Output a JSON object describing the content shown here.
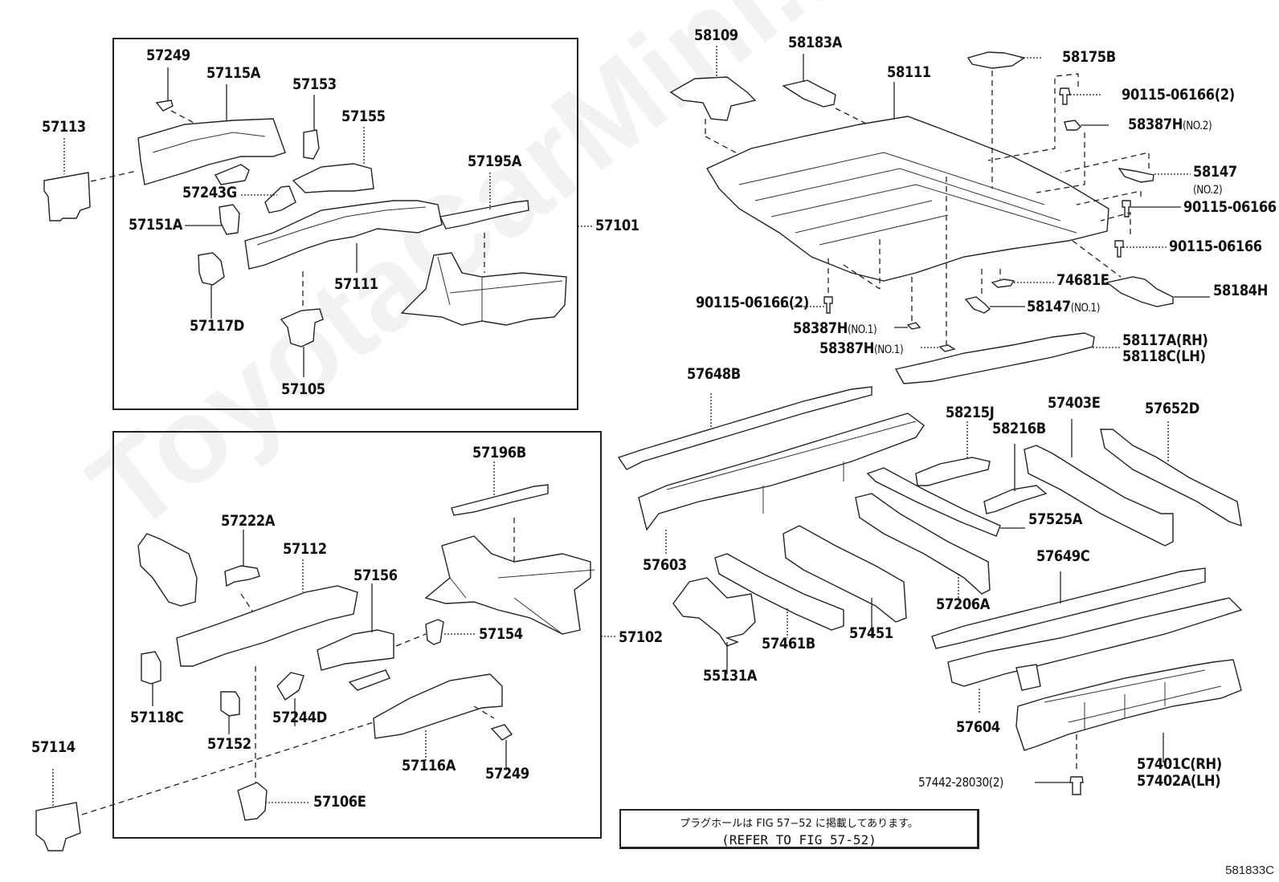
{
  "diagram": {
    "type": "exploded-parts-diagram",
    "watermark": "ToyotaCarMini.ru",
    "figure_code": "581833C",
    "note": {
      "japanese": "プラグホールは FIG 57−52 に掲載してあります。",
      "english": "(REFER TO FIG 57-52)"
    },
    "groups": [
      {
        "id": "57101",
        "label": "57101"
      },
      {
        "id": "57102",
        "label": "57102"
      }
    ],
    "labels": {
      "p57113": "57113",
      "p57249a": "57249",
      "p57115A": "57115A",
      "p57153": "57153",
      "p57155": "57155",
      "p57195A": "57195A",
      "p57243G": "57243G",
      "p57151A": "57151A",
      "p57111": "57111",
      "p57117D": "57117D",
      "p57105": "57105",
      "p57101": "57101",
      "p57196B": "57196B",
      "p57222A": "57222A",
      "p57112": "57112",
      "p57156": "57156",
      "p57154": "57154",
      "p57102": "57102",
      "p57118C": "57118C",
      "p57152": "57152",
      "p57244D": "57244D",
      "p57116A": "57116A",
      "p57249b": "57249",
      "p57114": "57114",
      "p57106E": "57106E",
      "p58109": "58109",
      "p58183A": "58183A",
      "p58111": "58111",
      "p58175B": "58175B",
      "p90115_2a": "90115-06166(2)",
      "p58387H_no2": "58387H",
      "p58387H_no2_sub": "(NO.2)",
      "p58147_no2": "58147",
      "p58147_no2_sub": "(NO.2)",
      "p90115_a": "90115-06166",
      "p90115_b": "90115-06166",
      "p74681E": "74681E",
      "p58184H": "58184H",
      "p90115_2b": "90115-06166(2)",
      "p58147_no1": "58147",
      "p58147_no1_sub": "(NO.1)",
      "p58387H_no1a": "58387H",
      "p58387H_no1a_sub": "(NO.1)",
      "p58387H_no1b": "58387H",
      "p58387H_no1b_sub": "(NO.1)",
      "p58117A": "58117A(RH)",
      "p58118C": "58118C(LH)",
      "p57648B": "57648B",
      "p58215J": "58215J",
      "p58216B": "58216B",
      "p57403E": "57403E",
      "p57652D": "57652D",
      "p57525A": "57525A",
      "p57603": "57603",
      "p57206A": "57206A",
      "p57649C": "57649C",
      "p57461B": "57461B",
      "p57451": "57451",
      "p55131A": "55131A",
      "p57604": "57604",
      "p57442": "57442-28030(2)",
      "p57401C": "57401C(RH)",
      "p57402A": "57402A(LH)"
    }
  }
}
